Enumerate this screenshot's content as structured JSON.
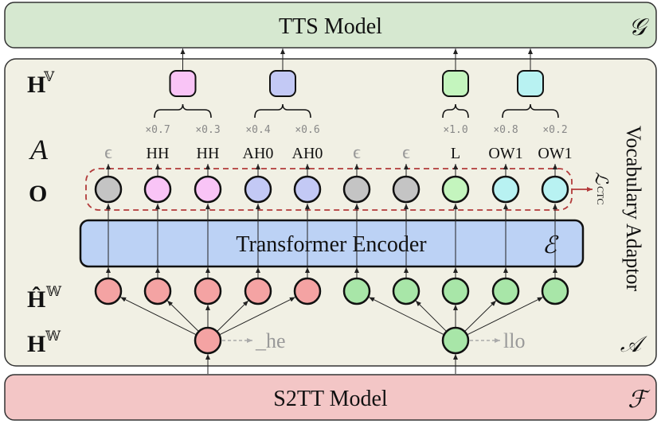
{
  "top_box": {
    "label": "TTS Model",
    "symbol": "𝒢"
  },
  "adaptor": {
    "label": "Vocabulary Adaptor",
    "symbol": "𝒜"
  },
  "encoder": {
    "label": "Transformer Encoder",
    "symbol": "ℰ"
  },
  "bottom_box": {
    "label": "S2TT Model",
    "symbol": "ℱ"
  },
  "row_labels": {
    "hv": "H",
    "hv_sup": "𝕍",
    "a": "A",
    "o": "O",
    "hw_hat": "Ĥ",
    "hw_hat_sup": "𝕎",
    "hw": "H",
    "hw_sup": "𝕎"
  },
  "ctc": {
    "label": "ℒ",
    "sub": "CTC"
  },
  "tokens": [
    {
      "weight": "",
      "label": "ϵ",
      "blank": true
    },
    {
      "weight": "×0.7",
      "label": "HH",
      "blank": false
    },
    {
      "weight": "×0.3",
      "label": "HH",
      "blank": false
    },
    {
      "weight": "×0.4",
      "label": "AH0",
      "blank": false
    },
    {
      "weight": "×0.6",
      "label": "AH0",
      "blank": false
    },
    {
      "weight": "",
      "label": "ϵ",
      "blank": true
    },
    {
      "weight": "",
      "label": "ϵ",
      "blank": true
    },
    {
      "weight": "×1.0",
      "label": "L",
      "blank": false
    },
    {
      "weight": "×0.8",
      "label": "OW1",
      "blank": false
    },
    {
      "weight": "×0.2",
      "label": "OW1",
      "blank": false
    }
  ],
  "subwords": [
    {
      "label": "_he"
    },
    {
      "label": "llo"
    }
  ],
  "colors": {
    "tts_fill": "#d6e8d0",
    "adaptor_fill": "#f1f0e4",
    "encoder_fill": "#bcd2f5",
    "s2tt_fill": "#f3c6c6",
    "blank_node": "#c4c4c4",
    "hh_node": "#f9c4f6",
    "ah_node": "#c3c9f5",
    "l_node": "#c4f5be",
    "ow_node": "#b8f2f2",
    "red_node": "#f4a3a3",
    "green_node": "#a8e6a8",
    "ctc_dash": "#b23a3a"
  }
}
